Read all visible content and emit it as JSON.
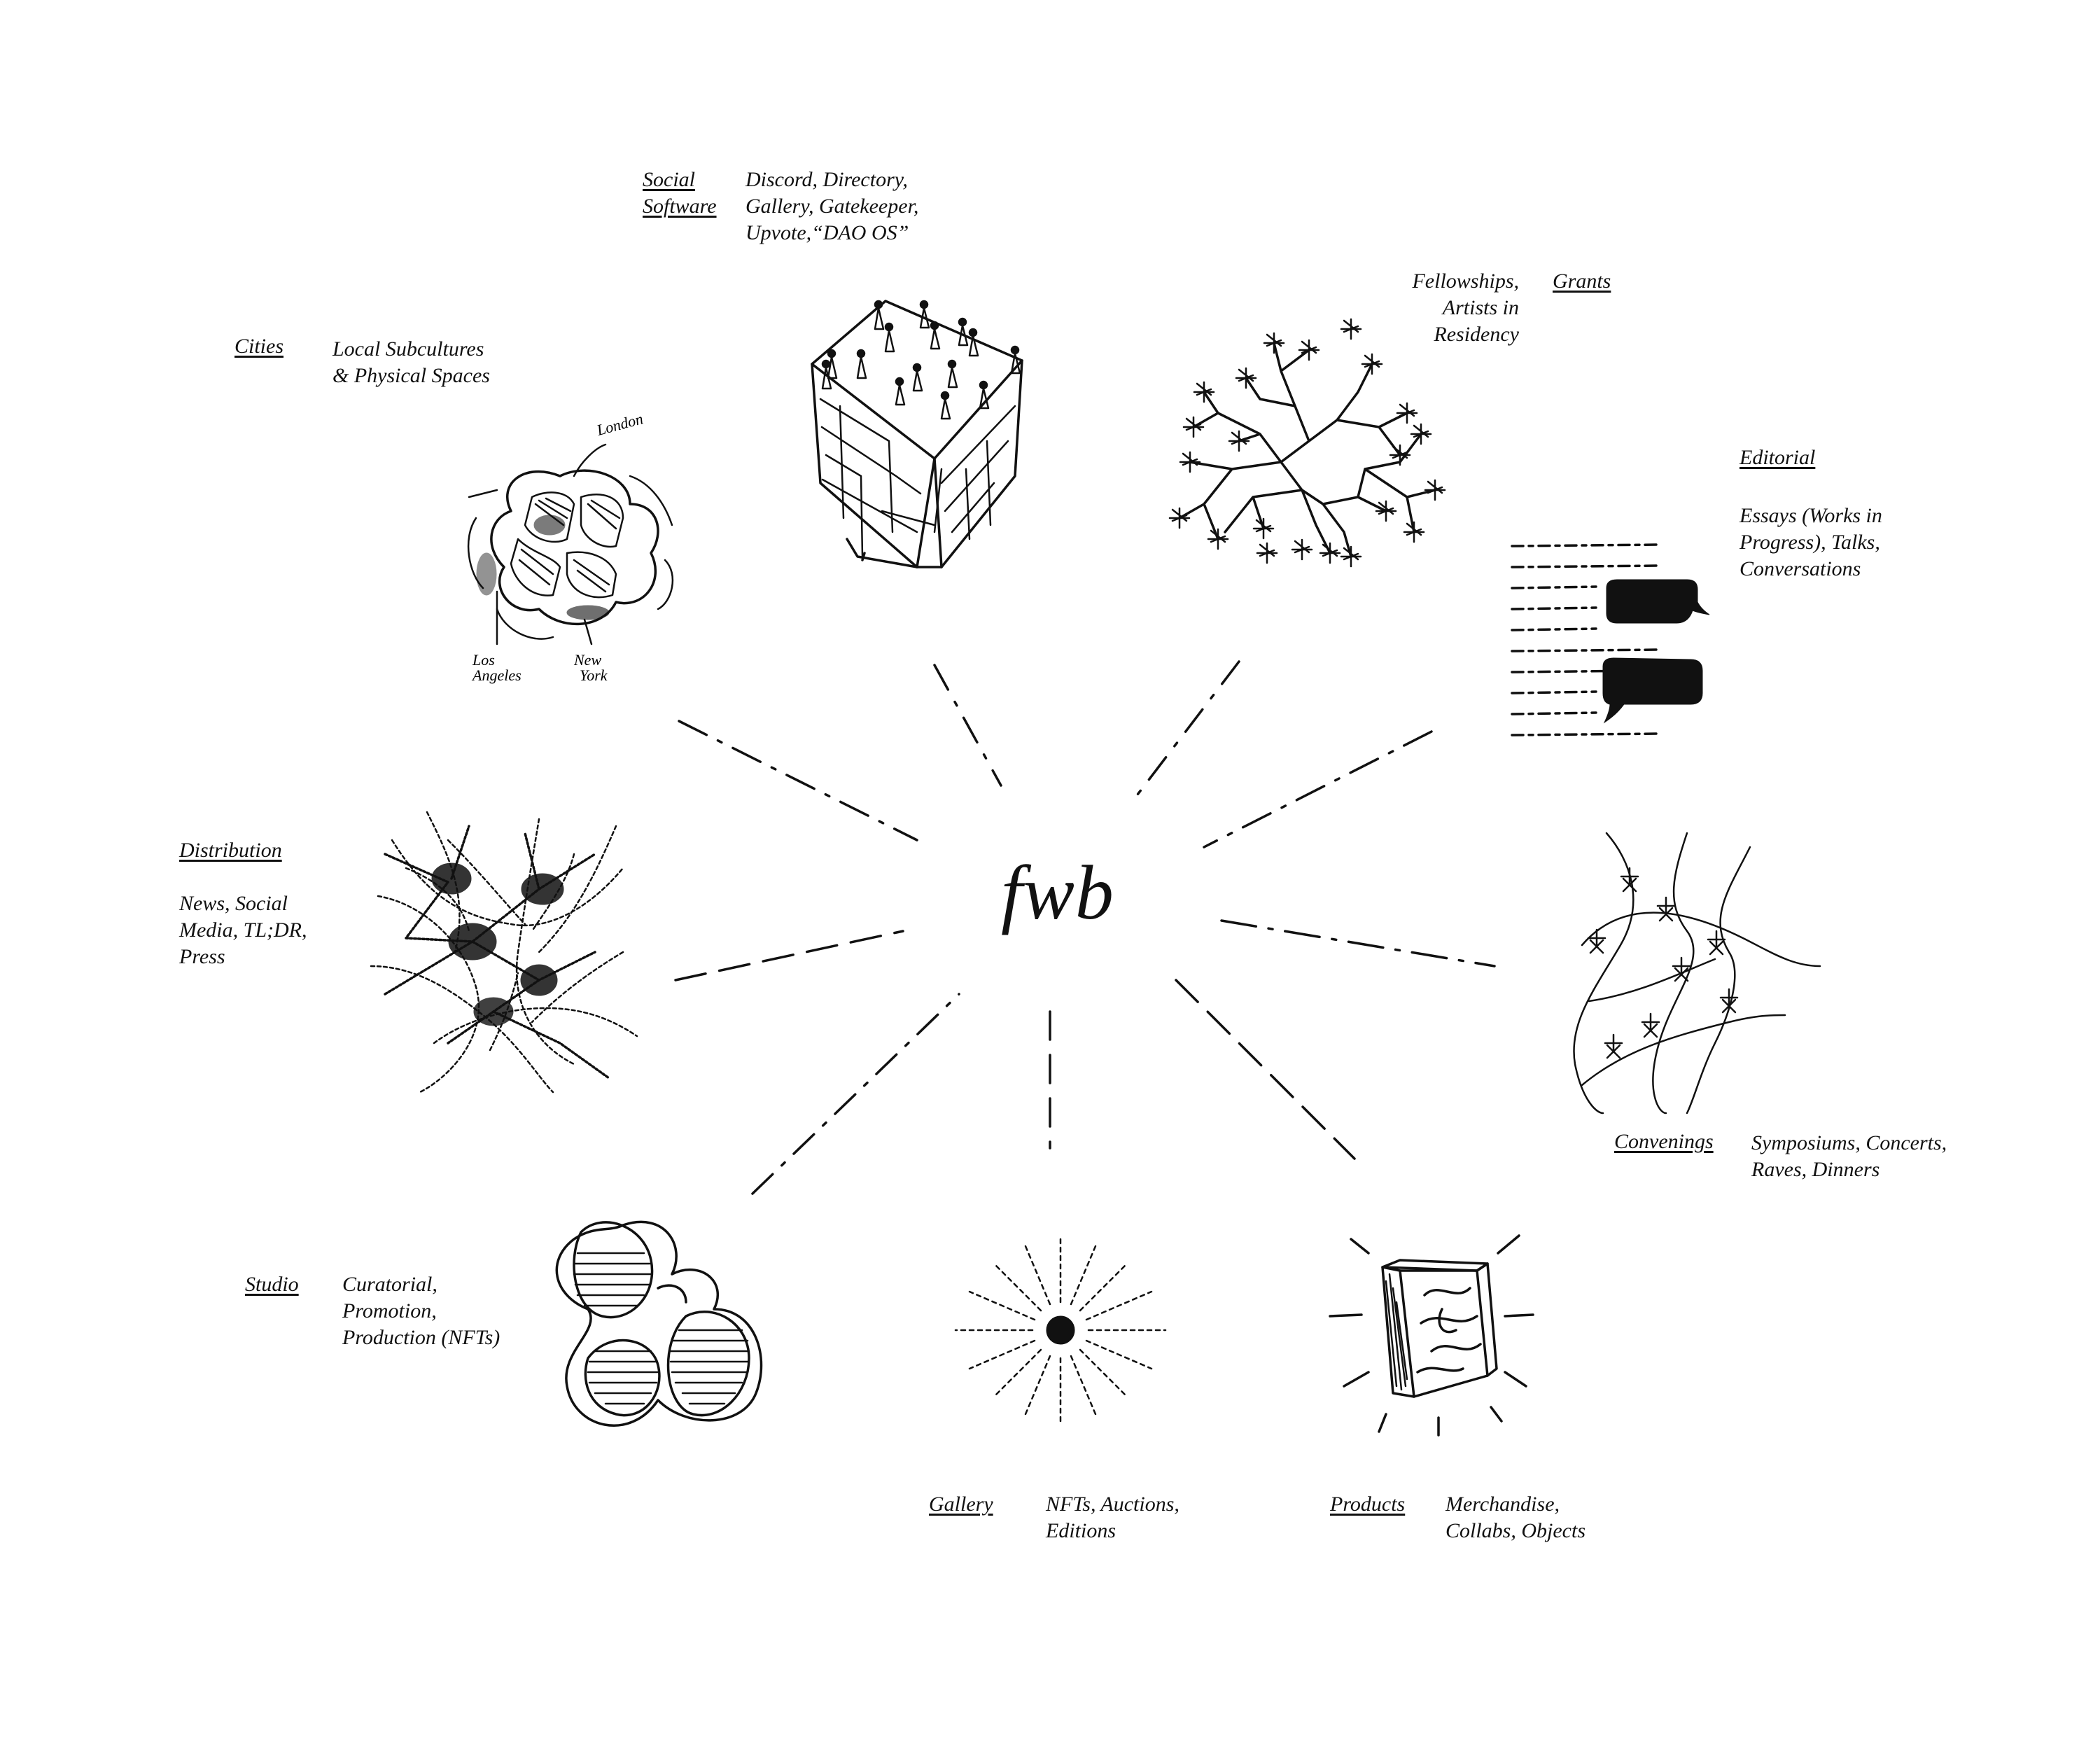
{
  "center": {
    "label": "fwb"
  },
  "nodes": [
    {
      "id": "social-software",
      "category": "Social\nSoftware",
      "description": "Discord, Directory,\nGallery, Gatekeeper,\nUpvote,“DAO OS”",
      "icon": "building-with-people-icon"
    },
    {
      "id": "grants",
      "category": "Grants",
      "description": "Fellowships,\nArtists in\nResidency",
      "icon": "branching-tree-icon"
    },
    {
      "id": "cities",
      "category": "Cities",
      "description": "Local Subcultures\n& Physical Spaces",
      "icon": "city-map-icon",
      "map_labels": [
        "London",
        "Los\nAngeles",
        "New\nYork"
      ]
    },
    {
      "id": "editorial",
      "category": "Editorial",
      "description": "Essays (Works in\nProgress), Talks,\nConversations",
      "icon": "text-with-speech-bubbles-icon"
    },
    {
      "id": "distribution",
      "category": "Distribution",
      "description": "News, Social\nMedia, TL;DR,\nPress",
      "icon": "network-web-icon"
    },
    {
      "id": "convenings",
      "category": "Convenings",
      "description": "Symposiums, Concerts,\nRaves, Dinners",
      "icon": "intersecting-paths-icon"
    },
    {
      "id": "studio",
      "category": "Studio",
      "description": "Curatorial,\nPromotion,\nProduction (NFTs)",
      "icon": "overlapping-blobs-icon"
    },
    {
      "id": "gallery",
      "category": "Gallery",
      "description": "NFTs, Auctions,\nEditions",
      "icon": "starburst-icon"
    },
    {
      "id": "products",
      "category": "Products",
      "description": "Merchandise,\nCollabs, Objects",
      "icon": "glowing-box-icon"
    }
  ],
  "ink_color": "#111111"
}
